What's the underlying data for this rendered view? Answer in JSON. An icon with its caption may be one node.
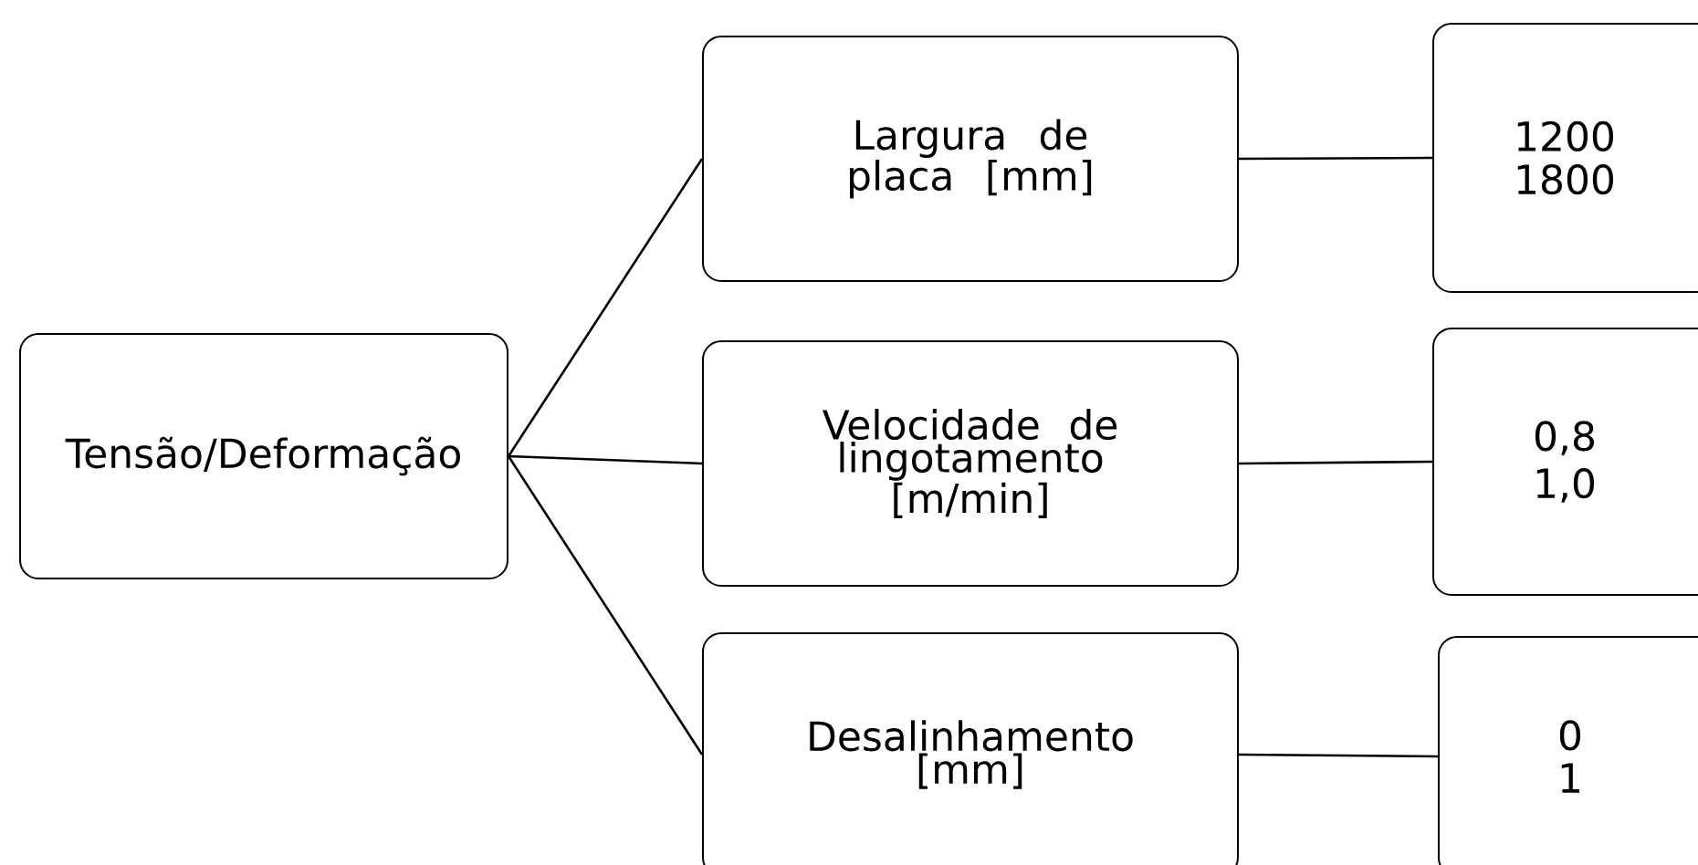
{
  "diagram": {
    "nodes": [
      {
        "text": [
          "Tensão/Deformação"
        ]
      },
      {
        "text": [
          "Largura de placa [mm]"
        ]
      },
      {
        "text": [
          "Velocidade de lingotamento [m/min]"
        ]
      },
      {
        "text": [
          "Desalinhamento [mm]"
        ]
      },
      {
        "text": [
          "1200",
          "1800"
        ]
      },
      {
        "text": [
          "0,8",
          "1,0"
        ]
      },
      {
        "text": [
          "0",
          "1"
        ]
      }
    ],
    "edges": [
      {
        "from": 0,
        "to": 1,
        "arrow": "none"
      },
      {
        "from": 0,
        "to": 2,
        "arrow": "none"
      },
      {
        "from": 0,
        "to": 3,
        "arrow": "none"
      },
      {
        "from": 1,
        "to": 4,
        "arrow": "none"
      },
      {
        "from": 2,
        "to": 5,
        "arrow": "none"
      },
      {
        "from": 3,
        "to": 6,
        "arrow": "none"
      }
    ]
  }
}
